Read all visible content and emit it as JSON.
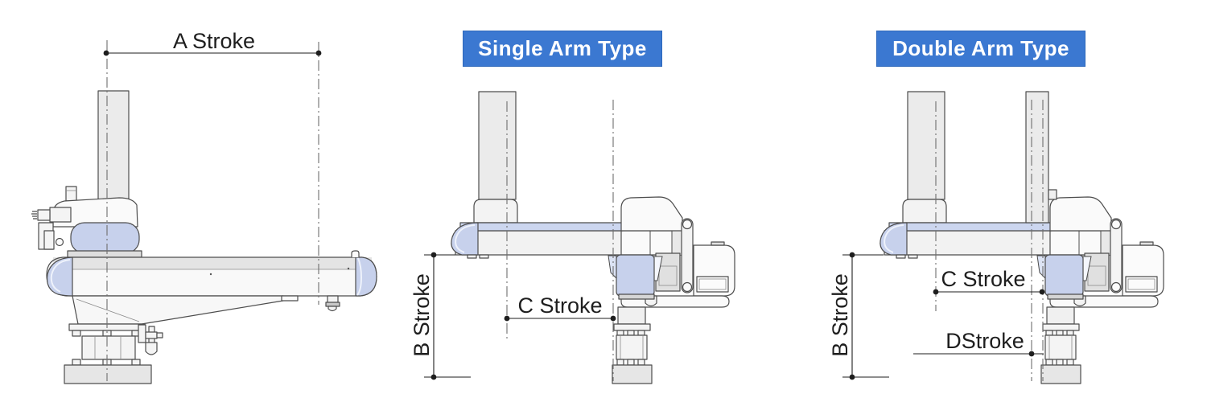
{
  "side_view": {
    "a_stroke_label": "A Stroke"
  },
  "single_arm": {
    "banner_label": "Single Arm Type",
    "b_stroke_label": "B Stroke",
    "c_stroke_label": "C Stroke"
  },
  "double_arm": {
    "banner_label": "Double Arm Type",
    "b_stroke_label": "B Stroke",
    "c_stroke_label": "C Stroke",
    "d_stroke_label": "DStroke"
  },
  "colors": {
    "background": "#ffffff",
    "banner_blue": "#3b78d1",
    "banner_border": "#2e68bb",
    "banner_text": "#ffffff",
    "accent_blue": "#c7d1ec",
    "accent_strip": "#ccd6ef",
    "body_gray": "#ebebeb",
    "outline": "#4d4d4d",
    "centerline": "#6e6e6e",
    "dimension": "#1e1e1e"
  }
}
